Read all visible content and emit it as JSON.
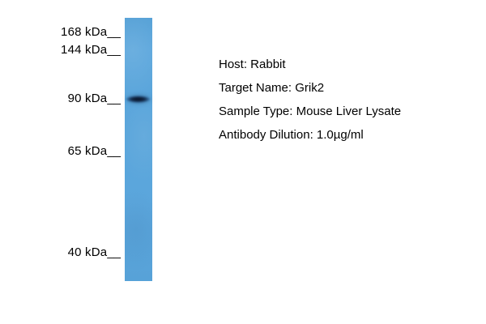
{
  "figure": {
    "kind": "western-blot",
    "colors": {
      "background": "#ffffff",
      "lane_blue": "#5aa4da",
      "band_dark": "#0d1b30",
      "text": "#000000"
    }
  },
  "markers": [
    {
      "label": "168 kDa",
      "tick": "__"
    },
    {
      "label": "144 kDa",
      "tick": "__"
    },
    {
      "label": "90 kDa",
      "tick": "__"
    },
    {
      "label": "65 kDa",
      "tick": "__"
    },
    {
      "label": "40 kDa",
      "tick": "__"
    }
  ],
  "annotations": [
    "Host: Rabbit",
    "Target Name: Grik2",
    "Sample Type: Mouse Liver Lysate",
    "Antibody Dilution: 1.0µg/ml"
  ]
}
